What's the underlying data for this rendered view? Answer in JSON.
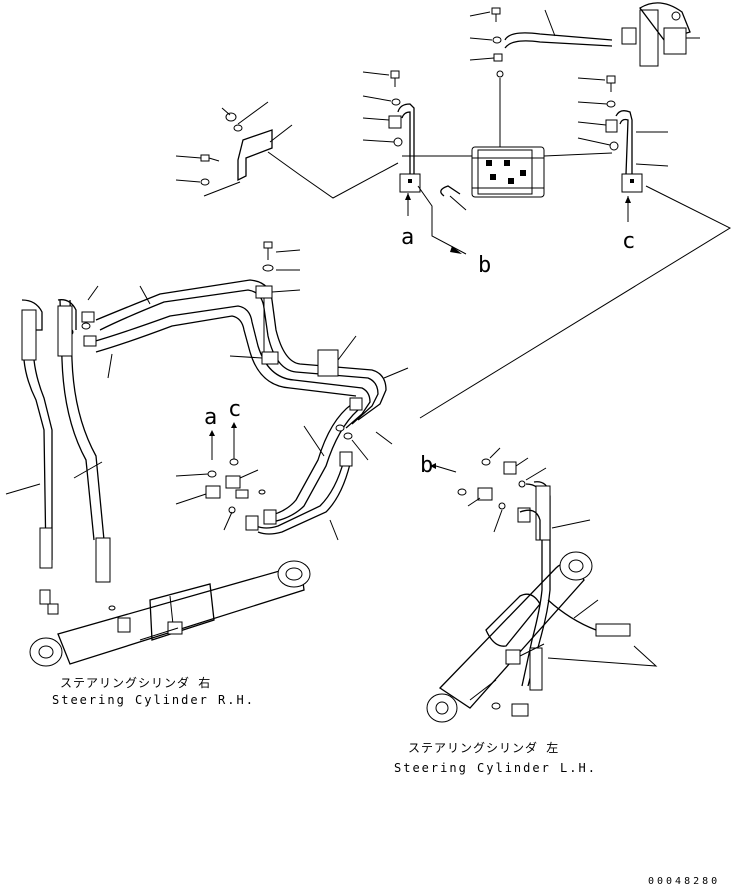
{
  "diagram": {
    "view_labels": {
      "a_top": "a",
      "b_top": "b",
      "c_top": "c",
      "a_mid": "a",
      "c_mid": "c",
      "b_lower": "b"
    },
    "captions": {
      "right_jp": "ステアリングシリンダ 右",
      "right_en": "Steering Cylinder R.H.",
      "left_jp": "ステアリングシリンダ 左",
      "left_en": "Steering Cylinder L.H."
    },
    "document_number": "00048280"
  }
}
